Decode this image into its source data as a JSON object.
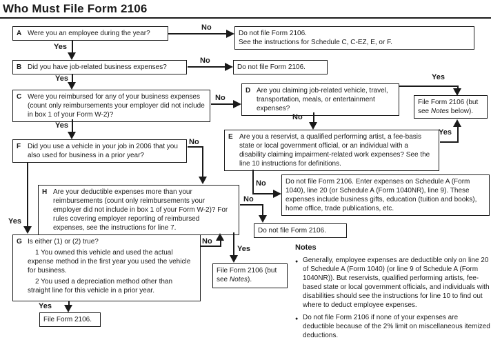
{
  "title": "Who Must File Form 2106",
  "labels": {
    "yes": "Yes",
    "no": "No"
  },
  "boxes": {
    "a": {
      "letter": "A",
      "text": "Were you an employee during the year?"
    },
    "b": {
      "letter": "B",
      "text": "Did you have job-related business expenses?"
    },
    "c": {
      "letter": "C",
      "text": "Were you reimbursed for any of your business expenses (count only reimbursements your employer did not include in box 1 of your Form W-2)?"
    },
    "d": {
      "letter": "D",
      "text": "Are you claiming job-related vehicle, travel, transportation, meals, or entertainment expenses?"
    },
    "e": {
      "letter": "E",
      "text": "Are you a reservist, a qualified performing artist, a fee-basis state or local government official, or an individual with a disability claiming impairment-related work expenses? See the line 10 instructions for definitions."
    },
    "f": {
      "letter": "F",
      "text": "Did you use a vehicle in your job in 2006 that you also used for business in a prior year?"
    },
    "g": {
      "letter": "G",
      "intro": "Is either (1) or (2) true?",
      "item1": "1 You owned this vehicle and used the actual expense method in the first year you used the vehicle for business.",
      "item2": "2 You used a depreciation method other than straight line for this vehicle in a prior year."
    },
    "h": {
      "letter": "H",
      "text": "Are your deductible expenses more than your reimbursements (count only reimbursements your employer did not include in box 1 of your Form W-2)? For rules covering employer reporting of reimbursed expenses, see the instructions for line 7."
    }
  },
  "outcomes": {
    "no_file_sched_line1": "Do not file Form 2106.",
    "no_file_sched_line2": "See the instructions for Schedule C, C-EZ, E, or F.",
    "no_file_short": "Do not file Form 2106.",
    "no_file_short2": "Do not file Form 2106.",
    "no_file_schedule_a": "Do not file Form 2106. Enter expenses on Schedule A (Form 1040), line 20 (or Schedule A (Form 1040NR), line 9). These expenses include business gifts, education (tuition and books), home office, trade publications, etc.",
    "file_notes_below_pre": "File Form 2106 (but see ",
    "file_notes_below_italic": "Notes",
    "file_notes_below_post": " below).",
    "file_notes_pre": "File Form 2106 (but see ",
    "file_notes_italic": "Notes",
    "file_notes_post": ").",
    "file_plain": "File Form 2106."
  },
  "notes": {
    "title": "Notes",
    "bullet": "●",
    "items": [
      "Generally, employee expenses are deductible only on line 20 of Schedule A (Form 1040) (or line 9 of Schedule A (Form 1040NR)). But reservists, qualified performing artists, fee-based state or local government officials, and individuals with disabilities should see the instructions for line 10 to find out where to deduct employee expenses.",
      "Do not file Form 2106 if none of your expenses are deductible because of the 2% limit on miscellaneous itemized deductions."
    ]
  }
}
